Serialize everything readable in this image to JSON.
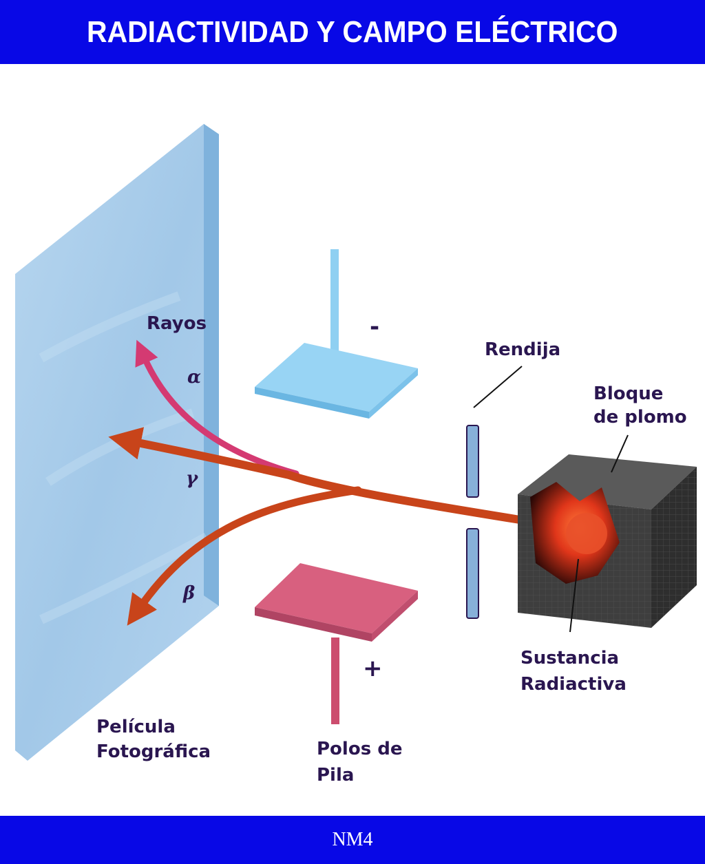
{
  "header": {
    "title": "RADIACTIVIDAD Y CAMPO ELÉCTRICO"
  },
  "footer": {
    "text": "NM4"
  },
  "labels": {
    "rays": "Rayos",
    "alpha": "α",
    "gamma": "γ",
    "beta": "β",
    "minus": "-",
    "plus": "+",
    "slit": "Rendija",
    "lead_block_line1": "Bloque",
    "lead_block_line2": "de plomo",
    "substance_line1": "Sustancia",
    "substance_line2": "Radiactiva",
    "film_line1": "Película",
    "film_line2": "Fotográfica",
    "poles_line1": "Polos de",
    "poles_line2": "Pila"
  },
  "colors": {
    "header_bg": "#0808e6",
    "film": "#a9cdea",
    "negative_plate": "#8fd0f2",
    "positive_plate": "#d25a7c",
    "gamma_beam": "#c8441a",
    "alpha_beam": "#d43a72",
    "lead_block": "#444444"
  }
}
